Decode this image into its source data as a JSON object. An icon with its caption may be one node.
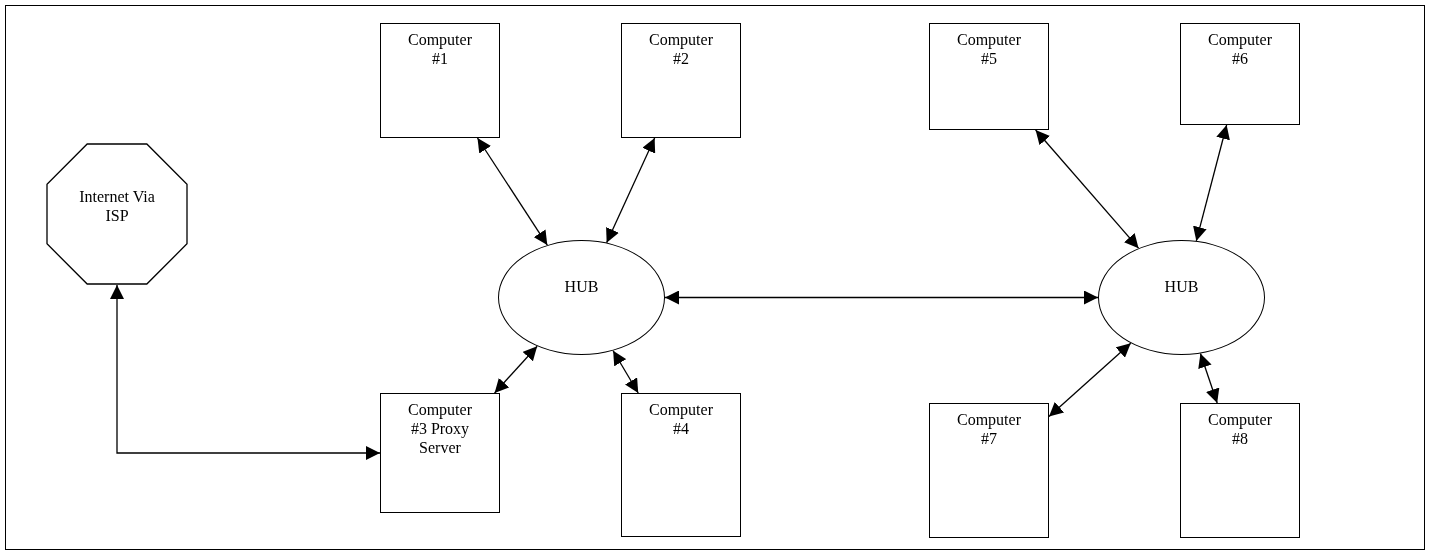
{
  "diagram": {
    "nodes": [
      {
        "text": [
          "Computer #1"
        ]
      },
      {
        "text": [
          "Computer #2"
        ]
      },
      {
        "text": [
          "Computer #5"
        ]
      },
      {
        "text": [
          "Computer #6"
        ]
      },
      {
        "text": [
          "Internet Via ISP"
        ]
      },
      {
        "text": [
          "HUB"
        ]
      },
      {
        "text": [
          "HUB"
        ]
      },
      {
        "text": [
          "Computer #3 Proxy Server"
        ]
      },
      {
        "text": [
          "Computer #4"
        ]
      },
      {
        "text": [
          "Computer #7"
        ]
      },
      {
        "text": [
          "Computer #8"
        ]
      }
    ],
    "edges": [
      {
        "from": 0,
        "to": 5,
        "arrow": "both"
      },
      {
        "from": 1,
        "to": 5,
        "arrow": "both"
      },
      {
        "from": 5,
        "to": 7,
        "arrow": "both"
      },
      {
        "from": 5,
        "to": 8,
        "arrow": "both"
      },
      {
        "from": 5,
        "to": 6,
        "arrow": "both"
      },
      {
        "from": 2,
        "to": 6,
        "arrow": "both"
      },
      {
        "from": 3,
        "to": 6,
        "arrow": "both"
      },
      {
        "from": 6,
        "to": 9,
        "arrow": "both"
      },
      {
        "from": 6,
        "to": 10,
        "arrow": "both"
      },
      {
        "from": 4,
        "to": 7,
        "arrow": "both"
      }
    ]
  }
}
